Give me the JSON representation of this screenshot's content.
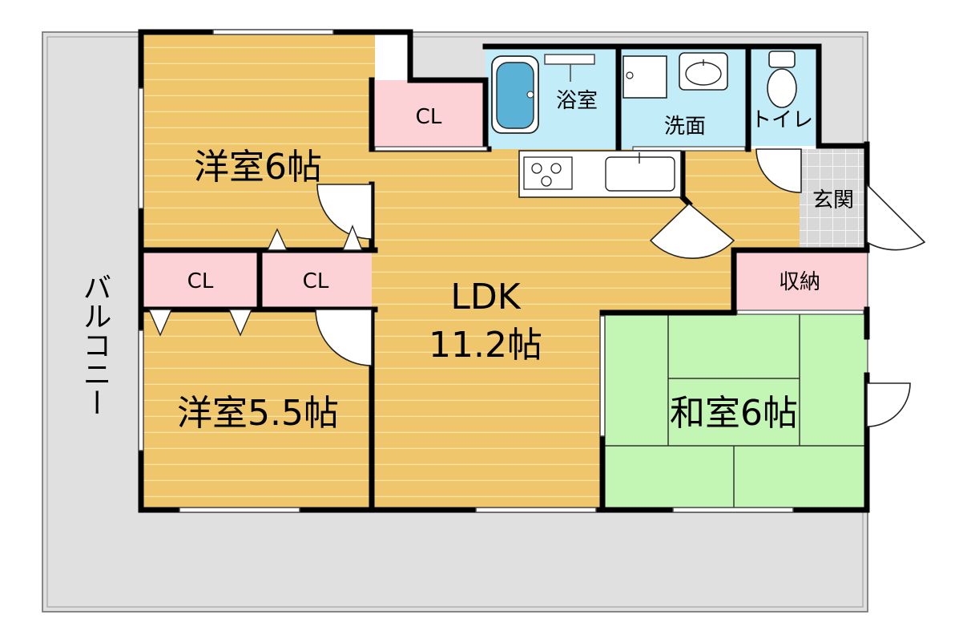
{
  "title": "",
  "rooms": {
    "balcony": "バルコニー",
    "western1": "洋室6帖",
    "western2": "洋室5.5帖",
    "ldk_name": "LDK",
    "ldk_size": "11.2帖",
    "japanese": "和室6帖",
    "closet_top": "CL",
    "closet_mid_left": "CL",
    "closet_mid_right": "CL",
    "bath": "浴室",
    "washroom": "洗面",
    "toilet": "トイレ",
    "entrance": "玄関",
    "storage": "収納"
  },
  "colors": {
    "wood_floor": "#f0c66c",
    "wood_line": "#fbe3a5",
    "tatami": "#c3f5b5",
    "wet_area": "#c2ecf7",
    "closet": "#fcd2d6",
    "balcony": "#e0e0e0",
    "entrance": "#d8d8d8",
    "wall": "#000000"
  }
}
